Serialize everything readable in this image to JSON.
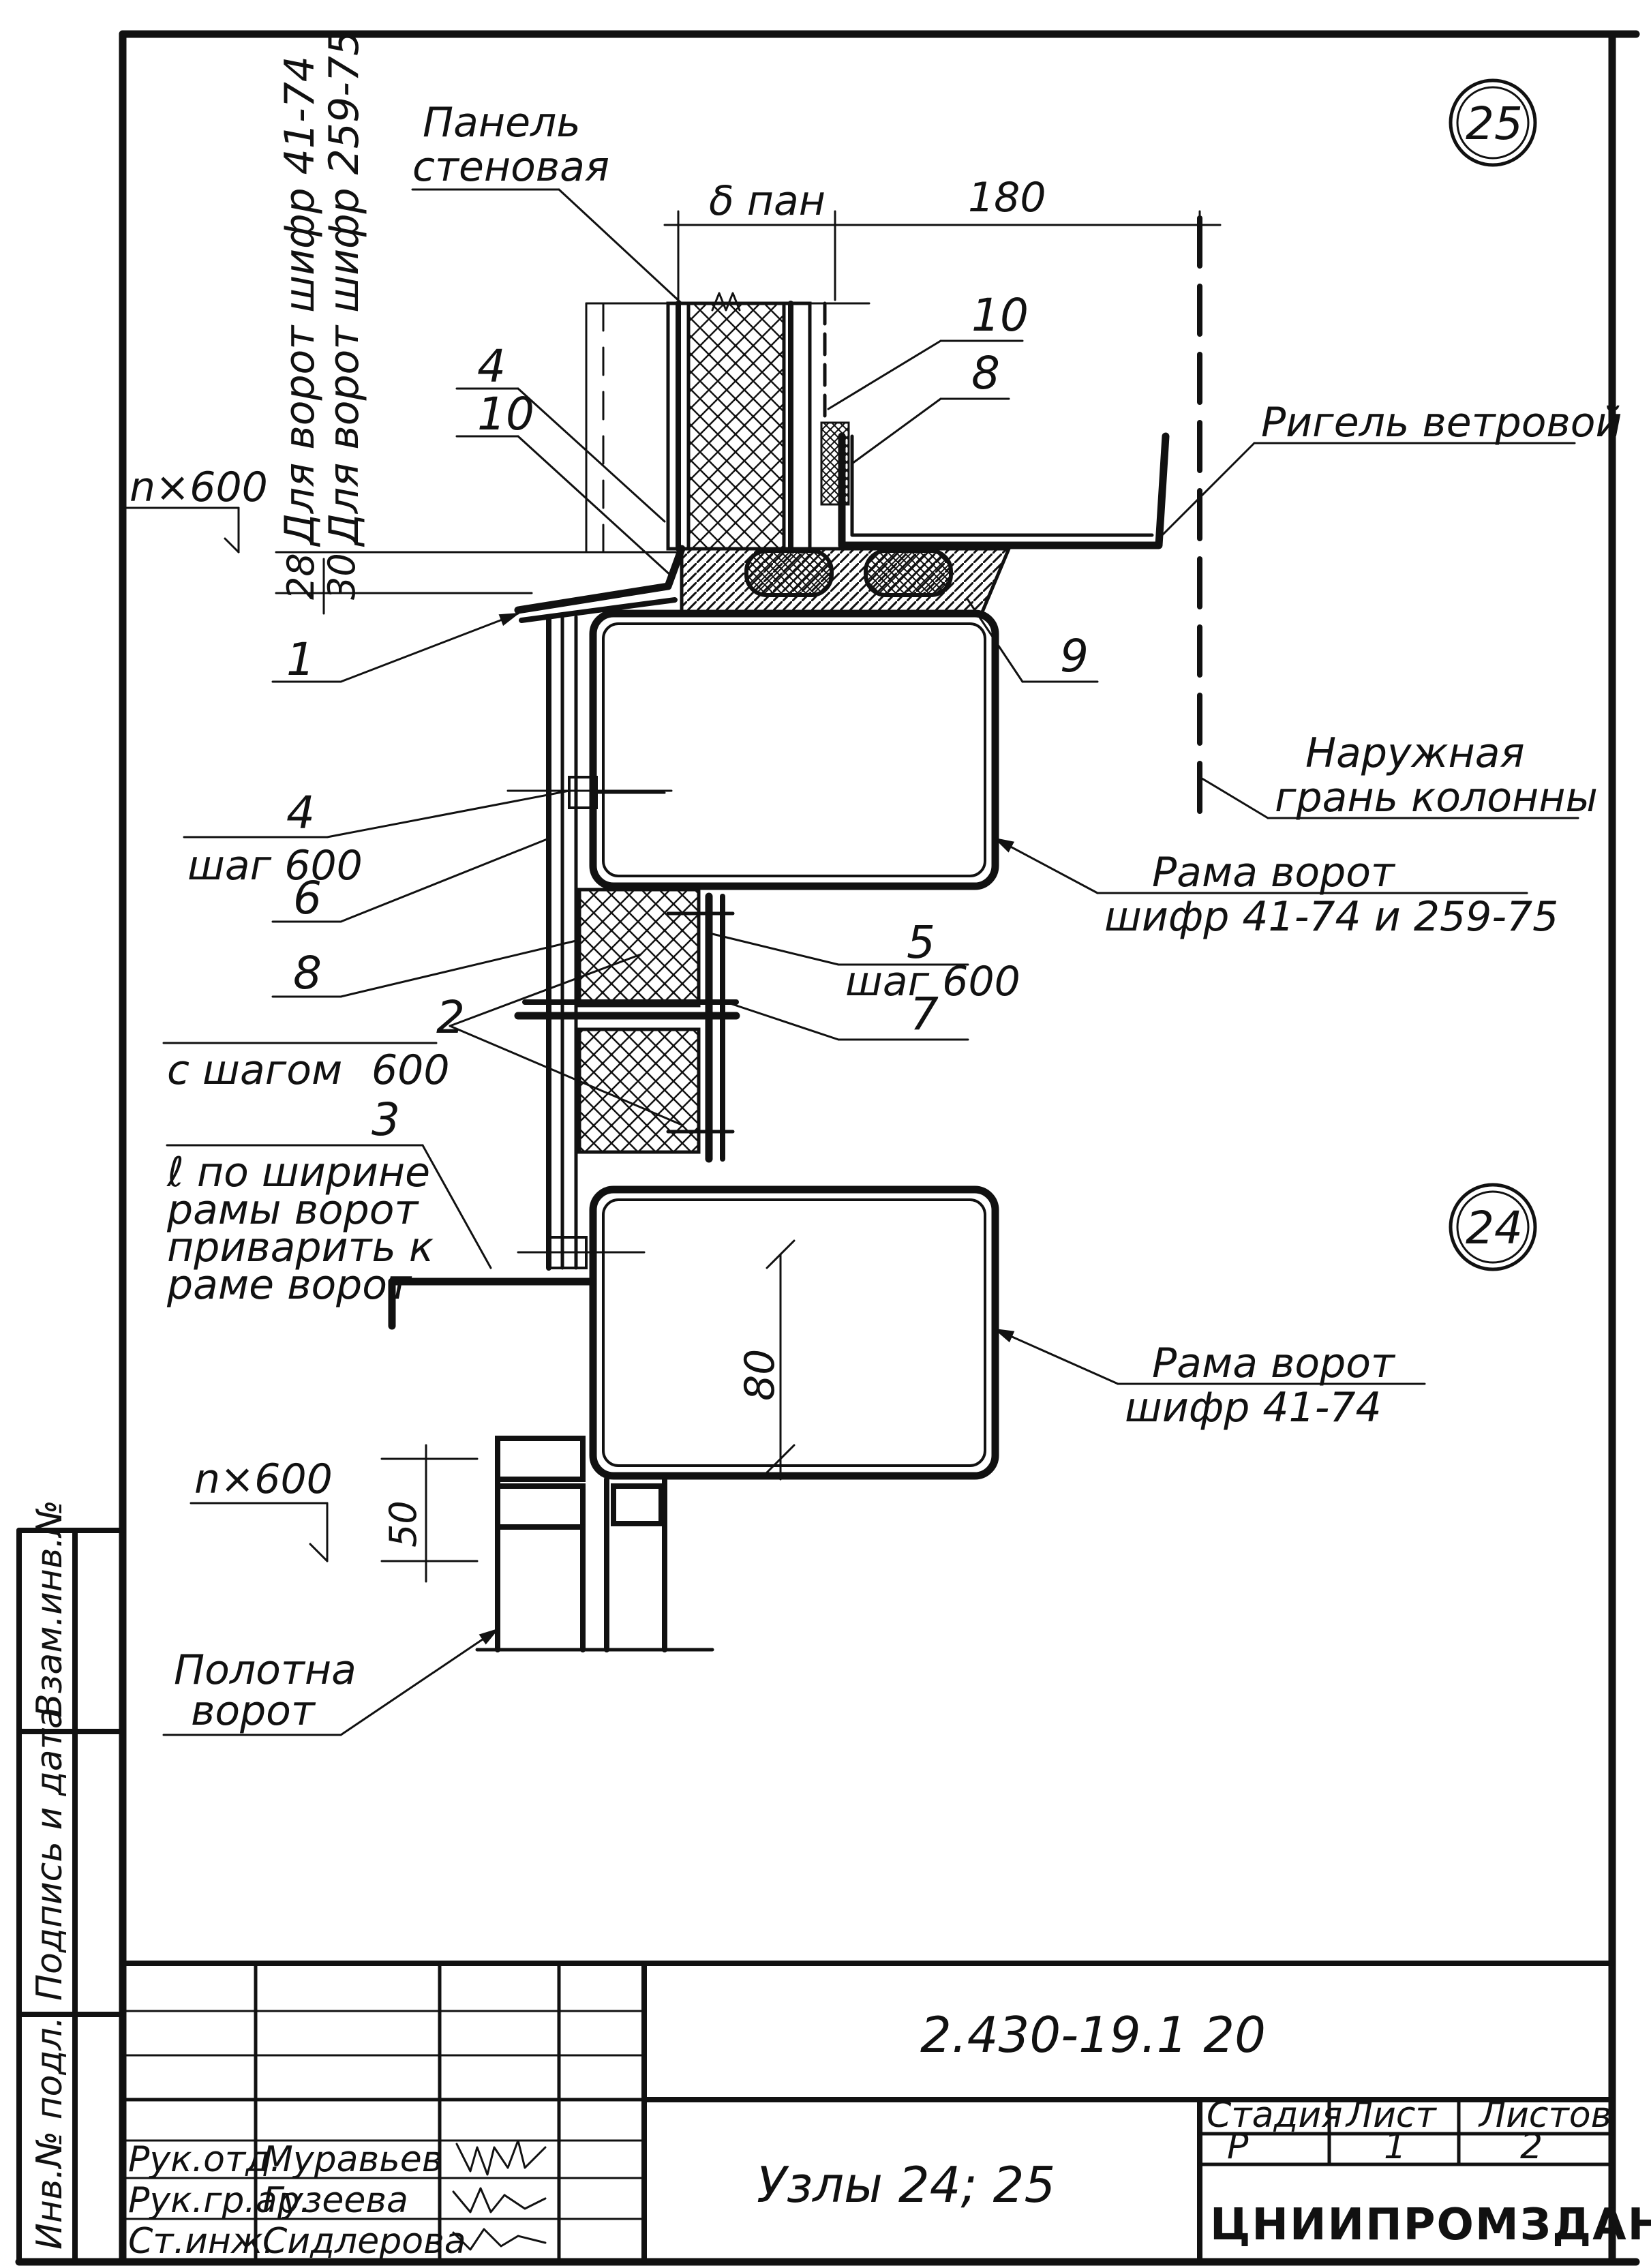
{
  "drawing": {
    "node_25": "25",
    "node_24": "24",
    "code": "2.430-19.1 20",
    "title": "Узлы 24; 25",
    "organization": "ЦНИИПРОМЗДАНИЙ"
  },
  "dimensions": {
    "delta_pan": "δ пан",
    "d180": "180",
    "d28": "28",
    "d30": "30",
    "d80": "80",
    "d50": "50",
    "n600_top": "n×600",
    "n600_bottom": "n×600"
  },
  "labels": {
    "panel": [
      "Панель",
      "стеновая"
    ],
    "vertical_note_1": "Для ворот шифр 41-74",
    "vertical_note_2": "Для ворот шифр 259-75",
    "wind_girt": "Ригель ветровой",
    "outer_face": [
      "Наружная",
      "грань колонны"
    ],
    "gate_frame_1": [
      "Рама ворот",
      "шифр 41-74 и 259-75"
    ],
    "gate_frame_2": [
      "Рама ворот",
      "шифр 41-74"
    ],
    "gate_leaf": [
      "Полотна",
      "ворот"
    ],
    "step_600": "с шагом 600",
    "step_600_word": "с шагом",
    "step_600_val": "600",
    "pos3_note": [
      "ℓ по ширине",
      "рамы ворот",
      "приварить к",
      "раме ворот"
    ],
    "pos4_step": "шаг 600",
    "pos5_step": "шаг 600",
    "pos": {
      "p1": "1",
      "p2": "2",
      "p3": "3",
      "p4a": "4",
      "p4b": "4",
      "p5": "5",
      "p6": "6",
      "p7": "7",
      "p8a": "8",
      "p8b": "8",
      "p9": "9",
      "p10a": "10",
      "p10b": "10"
    }
  },
  "title_block": {
    "roles": [
      "Рук.отд.",
      "Рук.гр.ар.",
      "Ст.инж."
    ],
    "names": [
      "Муравьев",
      "Гузеева",
      "Сидлерова"
    ],
    "stage_header": "Стадия",
    "sheet_header": "Лист",
    "sheets_header": "Листов",
    "stage": "Р",
    "sheet": "1",
    "sheets": "2"
  },
  "side_stamp": {
    "inv_orig": "Инв.№ подл.",
    "sign_date": "Подпись и дата",
    "replace_inv": "Взам.инв.№"
  }
}
